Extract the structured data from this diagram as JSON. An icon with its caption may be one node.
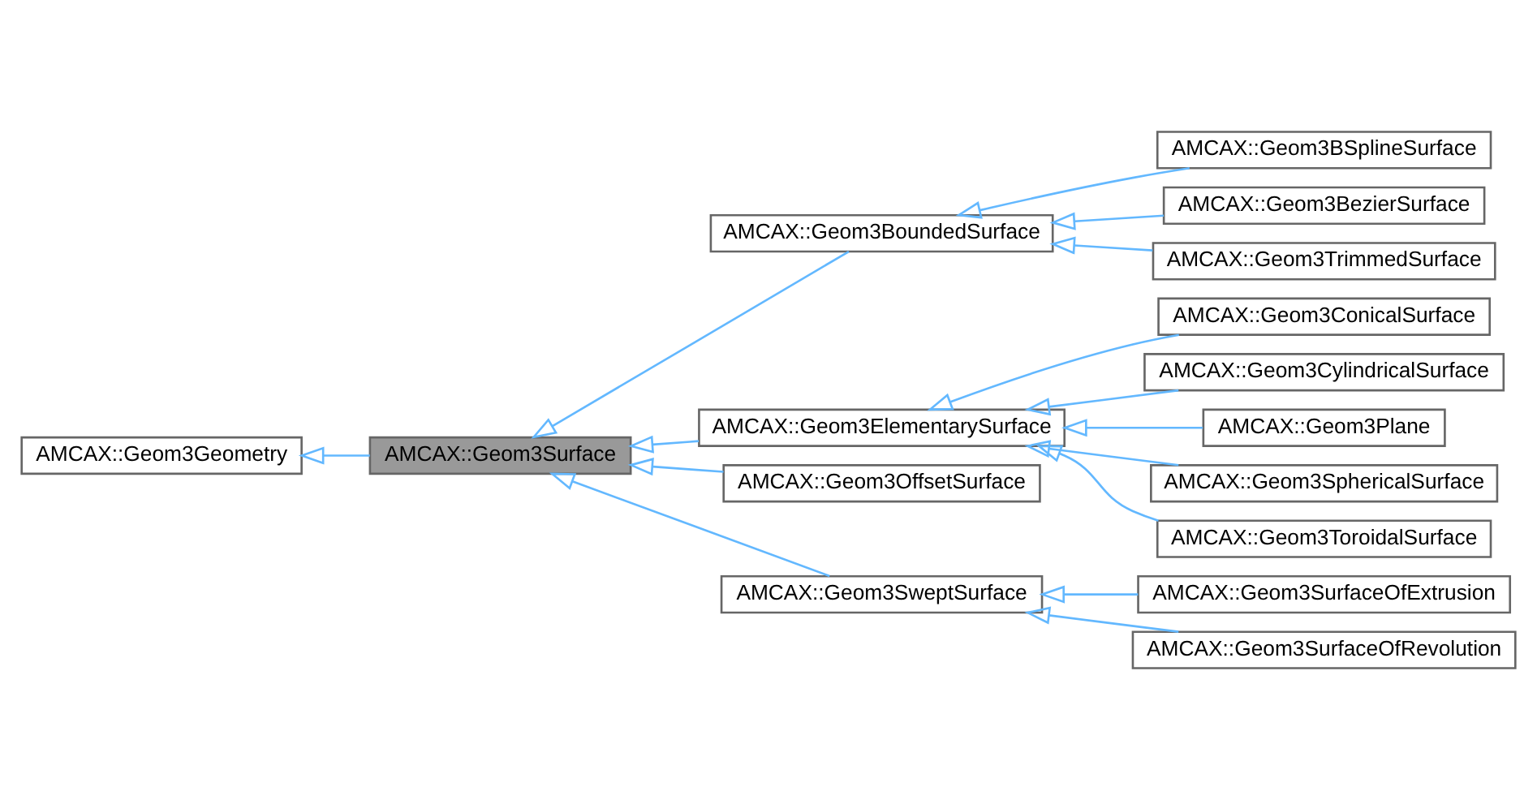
{
  "diagram": {
    "nodes": [
      {
        "text": [
          "AMCAX::Geom3Geometry"
        ]
      },
      {
        "text": [
          "AMCAX::Geom3Surface"
        ]
      },
      {
        "text": [
          "AMCAX::Geom3BoundedSurface"
        ]
      },
      {
        "text": [
          "AMCAX::Geom3ElementarySurface"
        ]
      },
      {
        "text": [
          "AMCAX::Geom3OffsetSurface"
        ]
      },
      {
        "text": [
          "AMCAX::Geom3SweptSurface"
        ]
      },
      {
        "text": [
          "AMCAX::Geom3BSplineSurface"
        ]
      },
      {
        "text": [
          "AMCAX::Geom3BezierSurface"
        ]
      },
      {
        "text": [
          "AMCAX::Geom3TrimmedSurface"
        ]
      },
      {
        "text": [
          "AMCAX::Geom3ConicalSurface"
        ]
      },
      {
        "text": [
          "AMCAX::Geom3CylindricalSurface"
        ]
      },
      {
        "text": [
          "AMCAX::Geom3Plane"
        ]
      },
      {
        "text": [
          "AMCAX::Geom3SphericalSurface"
        ]
      },
      {
        "text": [
          "AMCAX::Geom3ToroidalSurface"
        ]
      },
      {
        "text": [
          "AMCAX::Geom3SurfaceOfExtrusion"
        ]
      },
      {
        "text": [
          "AMCAX::Geom3SurfaceOfRevolution"
        ]
      }
    ],
    "edges": [
      {
        "from": 1,
        "to": 0,
        "arrow": "to"
      },
      {
        "from": 2,
        "to": 1,
        "arrow": "to"
      },
      {
        "from": 3,
        "to": 1,
        "arrow": "to"
      },
      {
        "from": 4,
        "to": 1,
        "arrow": "to"
      },
      {
        "from": 5,
        "to": 1,
        "arrow": "to"
      },
      {
        "from": 6,
        "to": 2,
        "arrow": "to"
      },
      {
        "from": 7,
        "to": 2,
        "arrow": "to"
      },
      {
        "from": 8,
        "to": 2,
        "arrow": "to"
      },
      {
        "from": 9,
        "to": 3,
        "arrow": "to"
      },
      {
        "from": 10,
        "to": 3,
        "arrow": "to"
      },
      {
        "from": 11,
        "to": 3,
        "arrow": "to"
      },
      {
        "from": 12,
        "to": 3,
        "arrow": "to"
      },
      {
        "from": 13,
        "to": 3,
        "arrow": "to"
      },
      {
        "from": 14,
        "to": 5,
        "arrow": "to"
      },
      {
        "from": 15,
        "to": 5,
        "arrow": "to"
      }
    ]
  }
}
